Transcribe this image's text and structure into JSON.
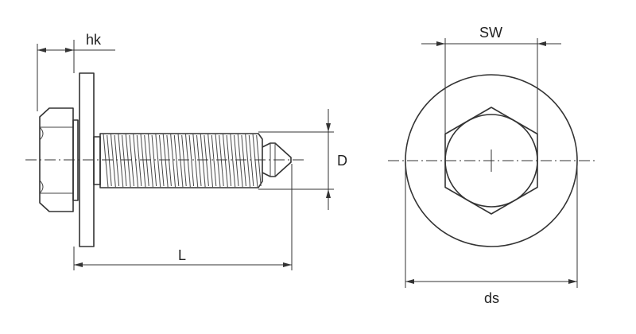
{
  "labels": {
    "head_height": "hk",
    "length": "L",
    "thread_diameter": "D",
    "wrench_size": "SW",
    "washer_diameter": "ds"
  }
}
